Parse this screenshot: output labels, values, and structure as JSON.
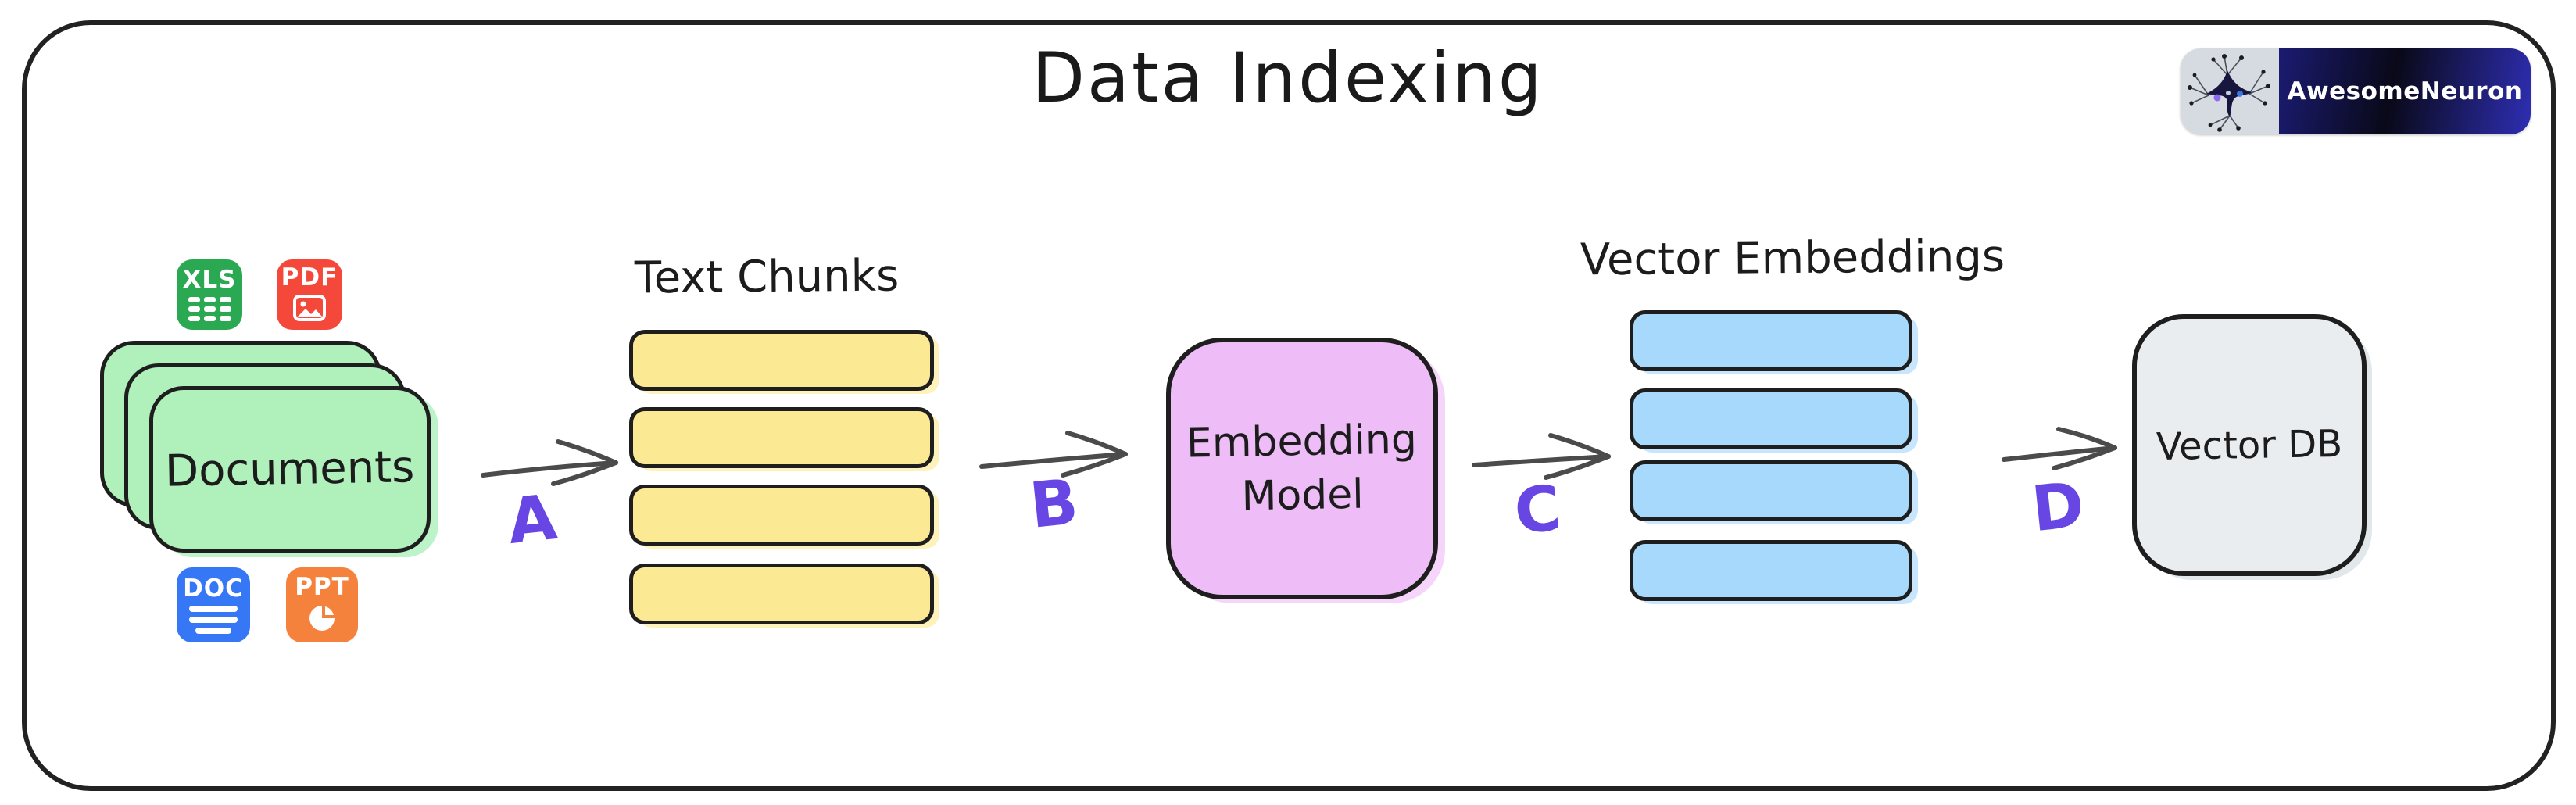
{
  "title": "Data Indexing",
  "brand": {
    "name": "AwesomeNeuron",
    "logo_icon": "neuron-network-image"
  },
  "nodes": {
    "documents": {
      "label": "Documents",
      "stack_count": 3
    },
    "text_chunks": {
      "title": "Text Chunks",
      "bar_count": 4
    },
    "embedding_model": {
      "label": "Embedding Model"
    },
    "vector_embeddings": {
      "title": "Vector Embeddings",
      "bar_count": 4
    },
    "vector_db": {
      "label": "Vector DB"
    }
  },
  "file_icons": {
    "xls": "XLS",
    "pdf": "PDF",
    "doc": "DOC",
    "ppt": "PPT"
  },
  "arrows": {
    "a": {
      "label": "A",
      "from": "documents",
      "to": "text_chunks"
    },
    "b": {
      "label": "B",
      "from": "text_chunks",
      "to": "embedding_model"
    },
    "c": {
      "label": "C",
      "from": "embedding_model",
      "to": "vector_embeddings"
    },
    "d": {
      "label": "D",
      "from": "vector_embeddings",
      "to": "vector_db"
    }
  },
  "colors": {
    "documents_fill": "#aff0bb",
    "chunk_fill": "#fce993",
    "embedding_fill": "#eebdf7",
    "vector_fill": "#a6d9fc",
    "vector_db_fill": "#e9edef",
    "outline": "#1e1e1e",
    "arrow_stroke": "#4b4b4b",
    "label_accent": "#6746e3",
    "xls_bg": "#2aa952",
    "pdf_bg": "#f4483a",
    "doc_bg": "#3577f5",
    "ppt_bg": "#f5823c",
    "brand_navy": "#1b1b72"
  }
}
